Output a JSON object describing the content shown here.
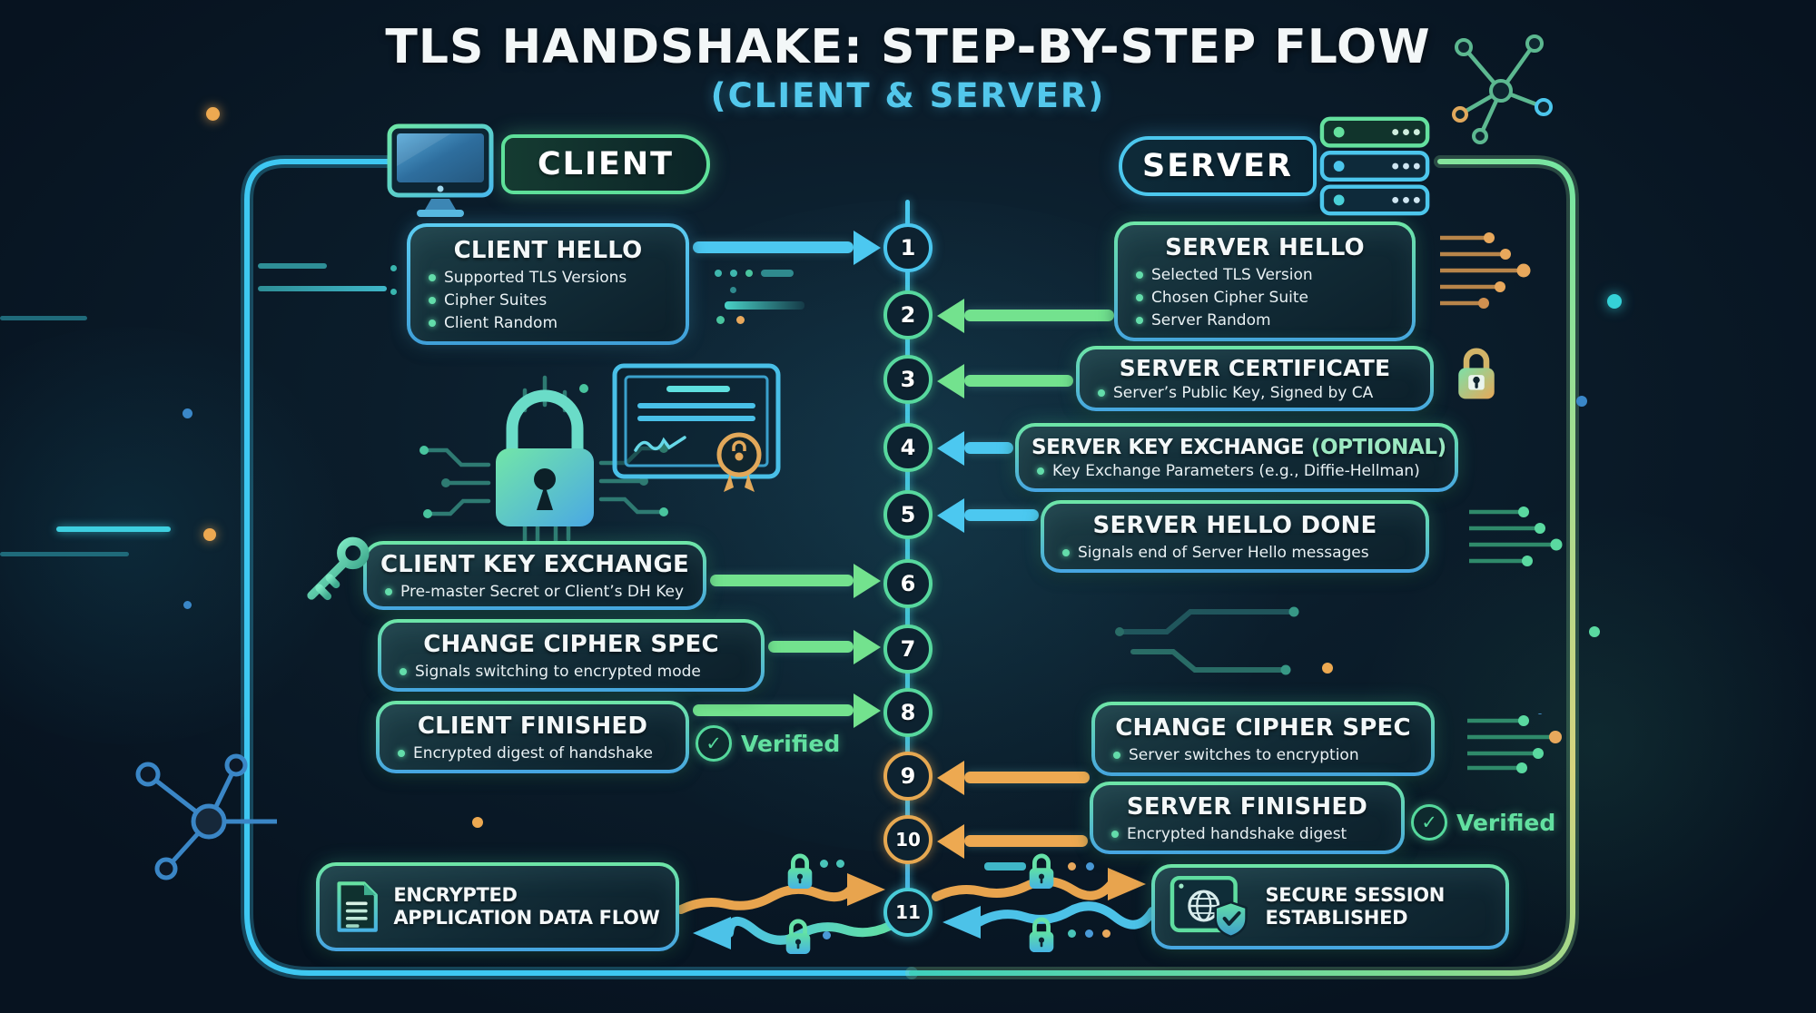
{
  "header": {
    "title": "TLS HANDSHAKE: STEP-BY-STEP FLOW",
    "subtitle": "(CLIENT & SERVER)"
  },
  "actors": {
    "client": "CLIENT",
    "server": "SERVER"
  },
  "timeline": {
    "steps": [
      "1",
      "2",
      "3",
      "4",
      "5",
      "6",
      "7",
      "8",
      "9",
      "10",
      "11"
    ]
  },
  "client": {
    "hello": {
      "title": "CLIENT HELLO",
      "bullets": [
        "Supported TLS Versions",
        "Cipher Suites",
        "Client Random"
      ]
    },
    "key_exchange": {
      "title": "CLIENT KEY EXCHANGE",
      "bullets": [
        "Pre-master Secret or Client’s DH Key"
      ]
    },
    "change_cipher_spec": {
      "title": "CHANGE CIPHER SPEC",
      "bullets": [
        "Signals switching to encrypted mode"
      ]
    },
    "finished": {
      "title": "CLIENT FINISHED",
      "bullets": [
        "Encrypted digest of handshake"
      ],
      "badge": "Verified",
      "badge_check": "✓"
    },
    "data_flow": {
      "title": "ENCRYPTED APPLICATION DATA FLOW"
    }
  },
  "server": {
    "hello": {
      "title": "SERVER HELLO",
      "bullets": [
        "Selected TLS Version",
        "Chosen Cipher Suite",
        "Server Random"
      ]
    },
    "certificate": {
      "title": "SERVER CERTIFICATE",
      "bullets": [
        "Server’s Public Key, Signed by CA"
      ]
    },
    "key_exchange": {
      "title": "SERVER KEY EXCHANGE",
      "title_suffix": "(OPTIONAL)",
      "bullets": [
        "Key Exchange Parameters (e.g., Diffie-Hellman)"
      ]
    },
    "hello_done": {
      "title": "SERVER HELLO DONE",
      "bullets": [
        "Signals end of Server Hello messages"
      ]
    },
    "change_cipher_spec": {
      "title": "CHANGE CIPHER SPEC",
      "bullets": [
        "Server switches to encryption"
      ]
    },
    "finished": {
      "title": "SERVER FINISHED",
      "bullets": [
        "Encrypted handshake digest"
      ],
      "badge": "Verified",
      "badge_check": "✓"
    },
    "session": {
      "title": "SECURE SESSION ESTABLISHED"
    }
  },
  "icons": {
    "client": "desktop-monitor-icon",
    "server": "server-rack-icon",
    "key": "key-icon",
    "lock": "padlock-icon",
    "certificate": "certificate-icon",
    "document": "document-icon",
    "secure_browser": "browser-shield-check-icon",
    "verified": "check-circle-icon"
  },
  "colors": {
    "blue": "#4cc8f0",
    "green": "#6ce29a",
    "orange": "#eda951",
    "cyan": "#52c8ec"
  }
}
